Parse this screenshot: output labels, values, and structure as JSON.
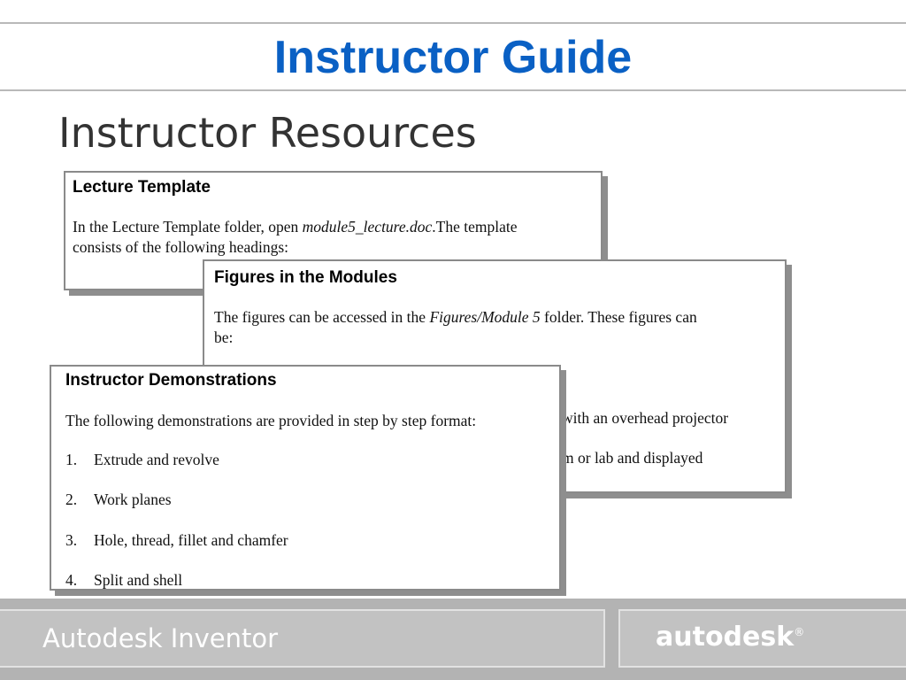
{
  "header": {
    "title": "Instructor Guide"
  },
  "slide": {
    "title": "Instructor Resources"
  },
  "cards": {
    "lecture": {
      "heading": "Lecture Template",
      "text_a": "In the Lecture Template folder, open ",
      "text_file": "module5_lecture.doc",
      "text_b": ".The template",
      "text_c": "consists of the following headings:"
    },
    "figures": {
      "heading": "Figures in the Modules",
      "text_a": "The figures can be accessed in the ",
      "text_folder": "Figures/Module 5",
      "text_b": " folder. These figures can",
      "text_c": "be:",
      "fragment_1": "with an overhead projector",
      "fragment_2": "m or lab and displayed"
    },
    "demos": {
      "heading": "Instructor Demonstrations",
      "intro": "The following demonstrations are provided in step by step format:",
      "items": [
        {
          "num": "1.",
          "label": "Extrude and revolve"
        },
        {
          "num": "2.",
          "label": "Work planes"
        },
        {
          "num": "3.",
          "label": "Hole, thread, fillet and chamfer"
        },
        {
          "num": "4.",
          "label": "Split and shell"
        }
      ]
    }
  },
  "footer": {
    "product": "Autodesk Inventor",
    "logo": "autodesk",
    "logo_mark": "®"
  }
}
